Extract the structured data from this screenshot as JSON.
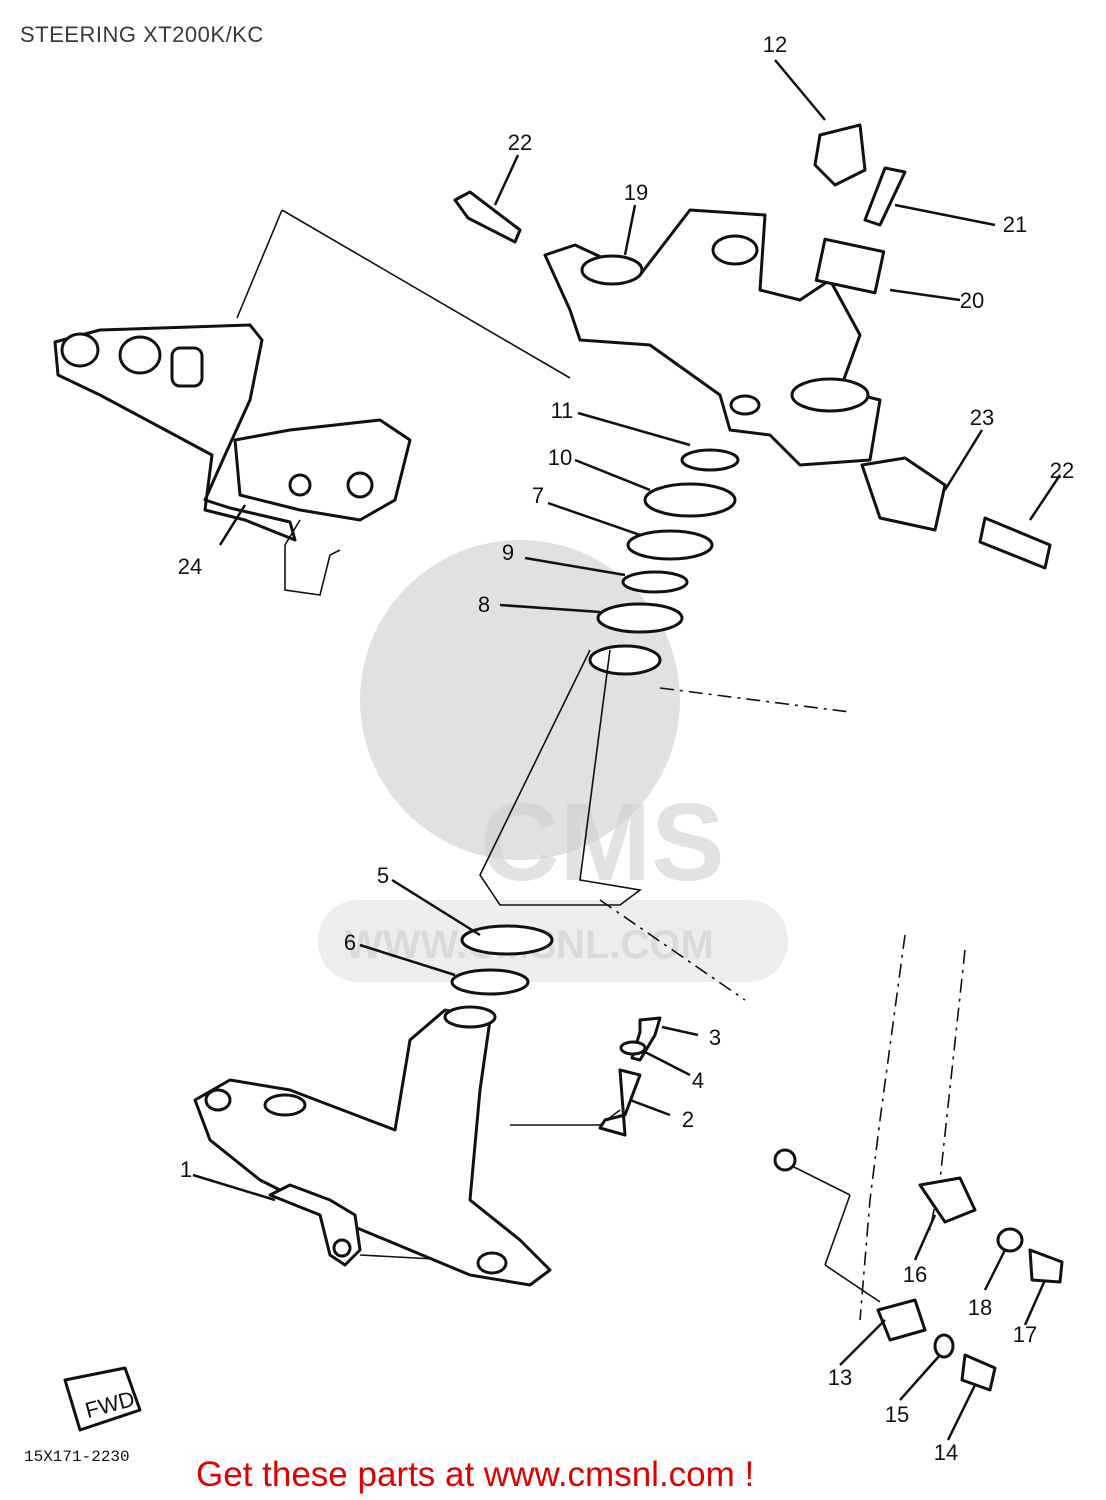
{
  "title": "STEERING XT200K/KC",
  "diagram_code": "15X171-2230",
  "cta": "Get these parts at www.cmsnl.com !",
  "watermark": {
    "brand": "CMS",
    "url": "WWW.CMSNL.COM"
  },
  "fwd_label": "FWD",
  "callouts": {
    "p1": "1",
    "p2": "2",
    "p3": "3",
    "p4": "4",
    "p5": "5",
    "p6": "6",
    "p7": "7",
    "p8": "8",
    "p9": "9",
    "p10": "10",
    "p11": "11",
    "p12": "12",
    "p13": "13",
    "p14": "14",
    "p15": "15",
    "p16": "16",
    "p17": "17",
    "p18": "18",
    "p19": "19",
    "p20": "20",
    "p21": "21",
    "p22a": "22",
    "p22b": "22",
    "p23": "23",
    "p24": "24"
  },
  "colors": {
    "cta": "#e00000",
    "line": "#111111",
    "watermark": "#c8c8c8"
  }
}
